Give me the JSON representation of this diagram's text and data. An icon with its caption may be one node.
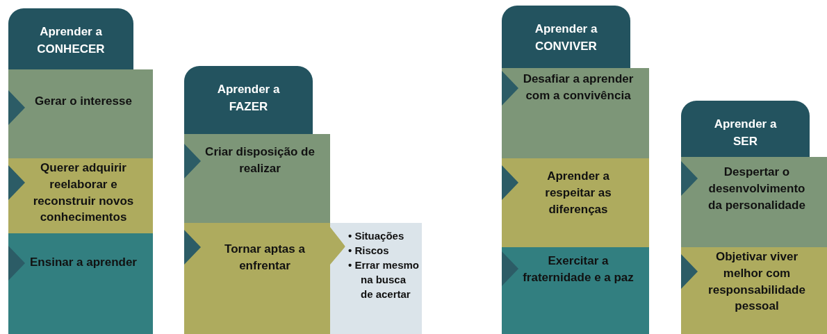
{
  "diagram": {
    "nodes": [
      {
        "text": [
          "Aprender a CONHECER"
        ]
      },
      {
        "text": [
          "Gerar o interesse"
        ]
      },
      {
        "text": [
          "Querer adquirir reelaborar e reconstruir novos conhecimentos"
        ]
      },
      {
        "text": [
          "Ensinar a aprender"
        ]
      },
      {
        "text": [
          "Aprender a FAZER"
        ]
      },
      {
        "text": [
          "Criar disposição de realizar"
        ]
      },
      {
        "text": [
          "Tornar aptas a enfrentar"
        ]
      },
      {
        "text": [
          "• Situações",
          "• Riscos",
          "• Errar mesmo na busca de acertar"
        ]
      },
      {
        "text": [
          "Aprender a CONVIVER"
        ]
      },
      {
        "text": [
          "Desafiar a aprender com a convivência"
        ]
      },
      {
        "text": [
          "Aprender a respeitar as diferenças"
        ]
      },
      {
        "text": [
          "Exercitar a fraternidade e a paz"
        ]
      },
      {
        "text": [
          "Aprender a SER"
        ]
      },
      {
        "text": [
          "Despertar o desenvolvimento da personalidade"
        ]
      },
      {
        "text": [
          "Objetivar viver melhor com responsabilidade pessoal"
        ]
      }
    ]
  }
}
